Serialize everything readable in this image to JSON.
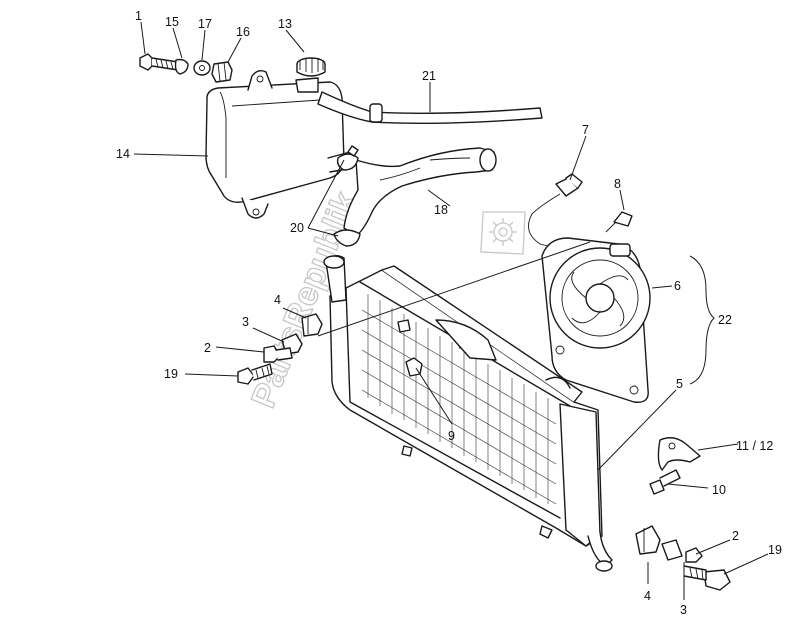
{
  "watermark": {
    "text": "PartsRepublik",
    "icon": "gear-icon",
    "color": "#c7c7c7"
  },
  "callouts": {
    "c1": "1",
    "c15": "15",
    "c17": "17",
    "c16": "16",
    "c13": "13",
    "c21": "21",
    "c14": "14",
    "c7": "7",
    "c8": "8",
    "c18": "18",
    "c20": "20",
    "c6": "6",
    "c22": "22",
    "c4a": "4",
    "c3a": "3",
    "c2a": "2",
    "c19a": "19",
    "c9": "9",
    "c5": "5",
    "c11_12": "11 / 12",
    "c10": "10",
    "c2b": "2",
    "c19b": "19",
    "c4b": "4",
    "c3b": "3"
  }
}
